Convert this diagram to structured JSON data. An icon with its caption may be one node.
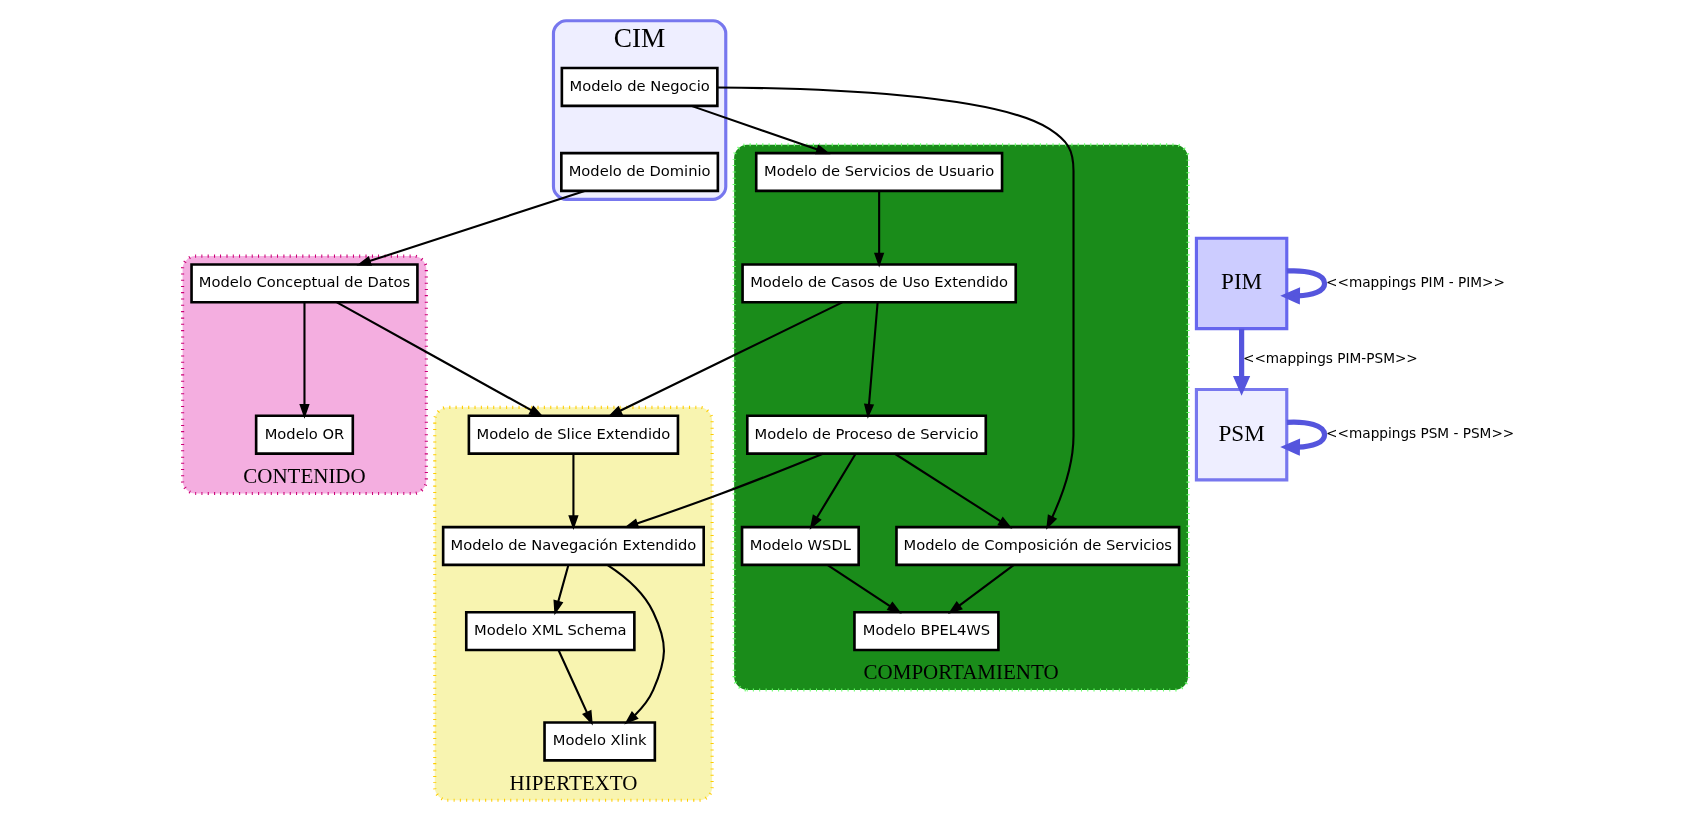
{
  "diagram": {
    "nodes": [
      {
        "text": [
          "CIM"
        ]
      },
      {
        "text": [
          "Modelo de Dominio"
        ],
        "in": 0
      },
      {
        "text": [
          "Modelo de Negocio"
        ],
        "in": 0
      },
      {
        "text": [
          "PIM"
        ]
      },
      {
        "text": [
          "PSM"
        ]
      },
      {
        "text": [
          "CONTENIDO"
        ]
      },
      {
        "text": [
          "Modelo Conceptual de Datos"
        ],
        "in": 5
      },
      {
        "text": [
          "Modelo OR"
        ],
        "in": 5
      },
      {
        "text": [
          "HIPERTEXTO"
        ]
      },
      {
        "text": [
          "Modelo de Slice Extendido"
        ],
        "in": 8
      },
      {
        "text": [
          "Modelo de Navegación Extendido"
        ],
        "in": 8
      },
      {
        "text": [
          "Modelo XML Schema"
        ],
        "in": 8
      },
      {
        "text": [
          "Modelo Xlink"
        ],
        "in": 8
      },
      {
        "text": [
          "COMPORTAMIENTO"
        ]
      },
      {
        "text": [
          "Modelo de Servicios de Usuario"
        ],
        "in": 13
      },
      {
        "text": [
          "Modelo de Casos de Uso Extendido"
        ],
        "in": 13
      },
      {
        "text": [
          "Modelo de Proceso de Servicio"
        ],
        "in": 13
      },
      {
        "text": [
          "Modelo de Composición de Servicios"
        ],
        "in": 13
      },
      {
        "text": [
          "Modelo WSDL"
        ],
        "in": 13
      },
      {
        "text": [
          "Modelo BPEL4WS"
        ],
        "in": 13
      }
    ],
    "edges": [
      {
        "from": 1,
        "to": 6,
        "arrow": "to"
      },
      {
        "from": 2,
        "to": 14,
        "arrow": "to"
      },
      {
        "from": 2,
        "to": 17,
        "arrow": "to"
      },
      {
        "from": 6,
        "to": 7,
        "arrow": "to"
      },
      {
        "from": 6,
        "to": 9,
        "arrow": "to"
      },
      {
        "from": 15,
        "to": 9,
        "arrow": "to"
      },
      {
        "from": 9,
        "to": 10,
        "arrow": "to"
      },
      {
        "from": 14,
        "to": 15,
        "arrow": "to"
      },
      {
        "from": 15,
        "to": 16,
        "arrow": "to"
      },
      {
        "from": 16,
        "to": 10,
        "arrow": "to"
      },
      {
        "from": 10,
        "to": 11,
        "arrow": "to"
      },
      {
        "from": 10,
        "to": 12,
        "arrow": "to"
      },
      {
        "from": 11,
        "to": 12,
        "arrow": "to"
      },
      {
        "from": 16,
        "to": 17,
        "arrow": "to"
      },
      {
        "from": 16,
        "to": 18,
        "arrow": "to"
      },
      {
        "from": 17,
        "to": 19,
        "arrow": "to"
      },
      {
        "from": 18,
        "to": 19,
        "arrow": "to"
      },
      {
        "from": 3,
        "to": 3,
        "arrow": "to",
        "label": "<<mappings PIM - PIM>>",
        "style": "thick",
        "color": "#5555dd"
      },
      {
        "from": 4,
        "to": 4,
        "arrow": "to",
        "label": "<<mappings PSM - PSM>>",
        "style": "thick",
        "color": "#5555dd"
      },
      {
        "from": 3,
        "to": 4,
        "arrow": "to",
        "label": "<<mappings PIM-PSM>>",
        "style": "thick",
        "color": "#5555dd"
      }
    ]
  }
}
